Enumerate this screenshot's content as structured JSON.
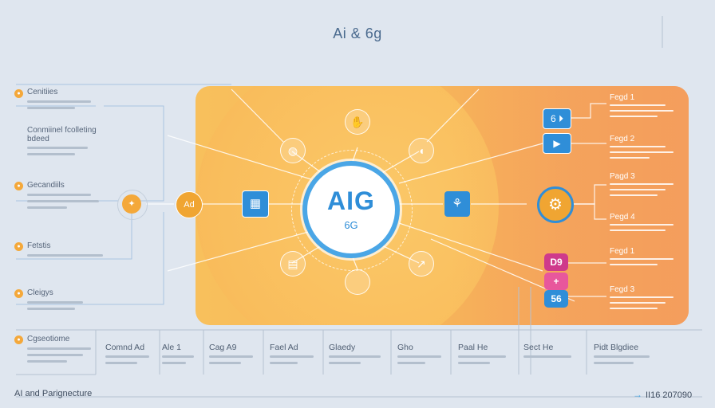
{
  "title": "Ai & 6g",
  "hub": {
    "label": "AIG",
    "sub": "6G"
  },
  "left_items": [
    {
      "label": "Cenitiies"
    },
    {
      "label": "Conmiinel fcolleting bdeed"
    },
    {
      "label": "Gecandiils"
    },
    {
      "label": "Fetstis"
    },
    {
      "label": "Cleigys"
    },
    {
      "label": "Cgseotiome"
    }
  ],
  "right_items": [
    {
      "label": "Fegd 1"
    },
    {
      "label": "Fegd 2"
    },
    {
      "label": "Pagd 3"
    },
    {
      "label": "Pegd 4"
    },
    {
      "label": "Fegd 1"
    },
    {
      "label": "Fegd 3"
    }
  ],
  "left_nodes": [
    {
      "label": "✦"
    },
    {
      "label": "Ad"
    }
  ],
  "inner_icons": [
    {
      "name": "hand-icon",
      "glyph": "✋"
    },
    {
      "name": "globe-icon",
      "glyph": "◍"
    },
    {
      "name": "bulb-icon",
      "glyph": "◖"
    },
    {
      "name": "chip-icon",
      "glyph": "▦"
    },
    {
      "name": "trend-icon",
      "glyph": "↗"
    },
    {
      "name": "calendar-icon",
      "glyph": "▤"
    },
    {
      "name": "plant-icon",
      "glyph": "⚘"
    }
  ],
  "right_icons": [
    {
      "name": "code-icon",
      "text": "6 ⏵"
    },
    {
      "name": "play-icon",
      "text": "▶"
    },
    {
      "name": "gear-icon",
      "text": "⚙"
    }
  ],
  "right_pills": [
    {
      "text": "D9",
      "color": "#cf3a8b"
    },
    {
      "text": "+",
      "color": "#e8579c"
    },
    {
      "text": "56",
      "color": "#2f8ed8"
    }
  ],
  "bottom_items": [
    {
      "label": "Comnd Ad"
    },
    {
      "label": "Ale 1"
    },
    {
      "label": "Cag A9"
    },
    {
      "label": "Fael Ad"
    },
    {
      "label": "Glaedy"
    },
    {
      "label": "Gho"
    },
    {
      "label": "Paal He"
    },
    {
      "label": "Sect He"
    },
    {
      "label": "Pidt Blgdiee"
    }
  ],
  "footer": {
    "left": "AI and Parignecture",
    "right": "II16 207090"
  },
  "colors": {
    "accent": "#2f8ed8",
    "orange": "#f7b75a",
    "bg": "#dfe6ef"
  }
}
